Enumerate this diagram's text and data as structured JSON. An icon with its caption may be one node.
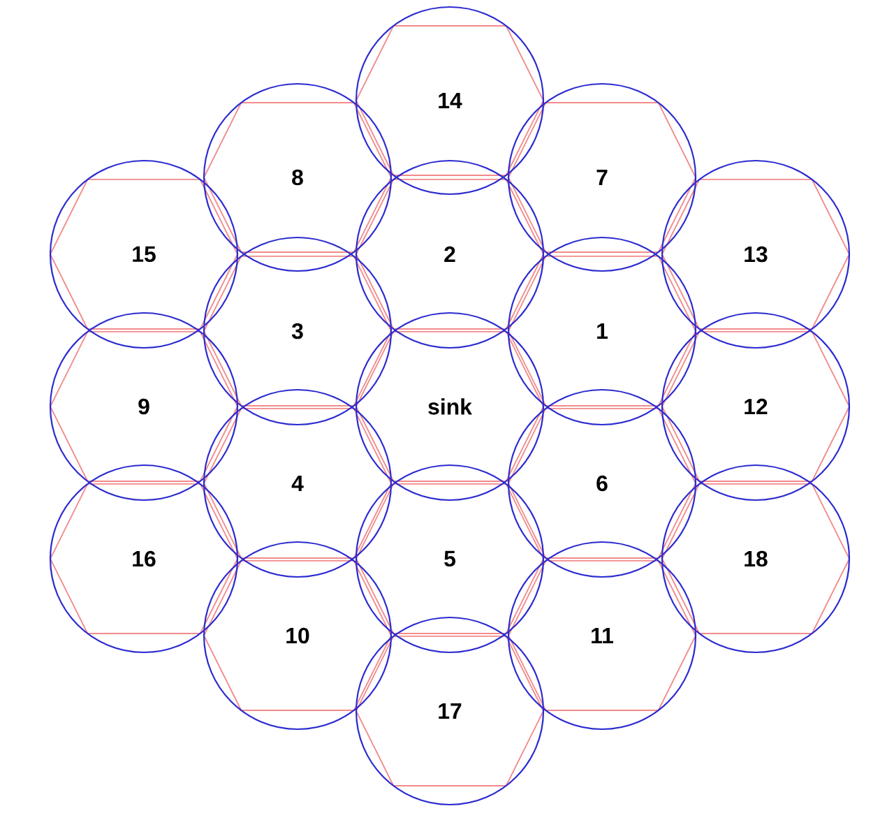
{
  "diagram": {
    "nodes": [
      {
        "text": [
          "14"
        ]
      },
      {
        "text": [
          "8"
        ]
      },
      {
        "text": [
          "7"
        ]
      },
      {
        "text": [
          "2"
        ]
      },
      {
        "text": [
          "15"
        ]
      },
      {
        "text": [
          "13"
        ]
      },
      {
        "text": [
          "3"
        ]
      },
      {
        "text": [
          "1"
        ]
      },
      {
        "text": [
          "9"
        ]
      },
      {
        "text": [
          "sink"
        ]
      },
      {
        "text": [
          "12"
        ]
      },
      {
        "text": [
          "4"
        ]
      },
      {
        "text": [
          "6"
        ]
      },
      {
        "text": [
          "16"
        ]
      },
      {
        "text": [
          "18"
        ]
      },
      {
        "text": [
          "5"
        ]
      },
      {
        "text": [
          "10"
        ]
      },
      {
        "text": [
          "11"
        ]
      },
      {
        "text": [
          "17"
        ]
      }
    ]
  }
}
